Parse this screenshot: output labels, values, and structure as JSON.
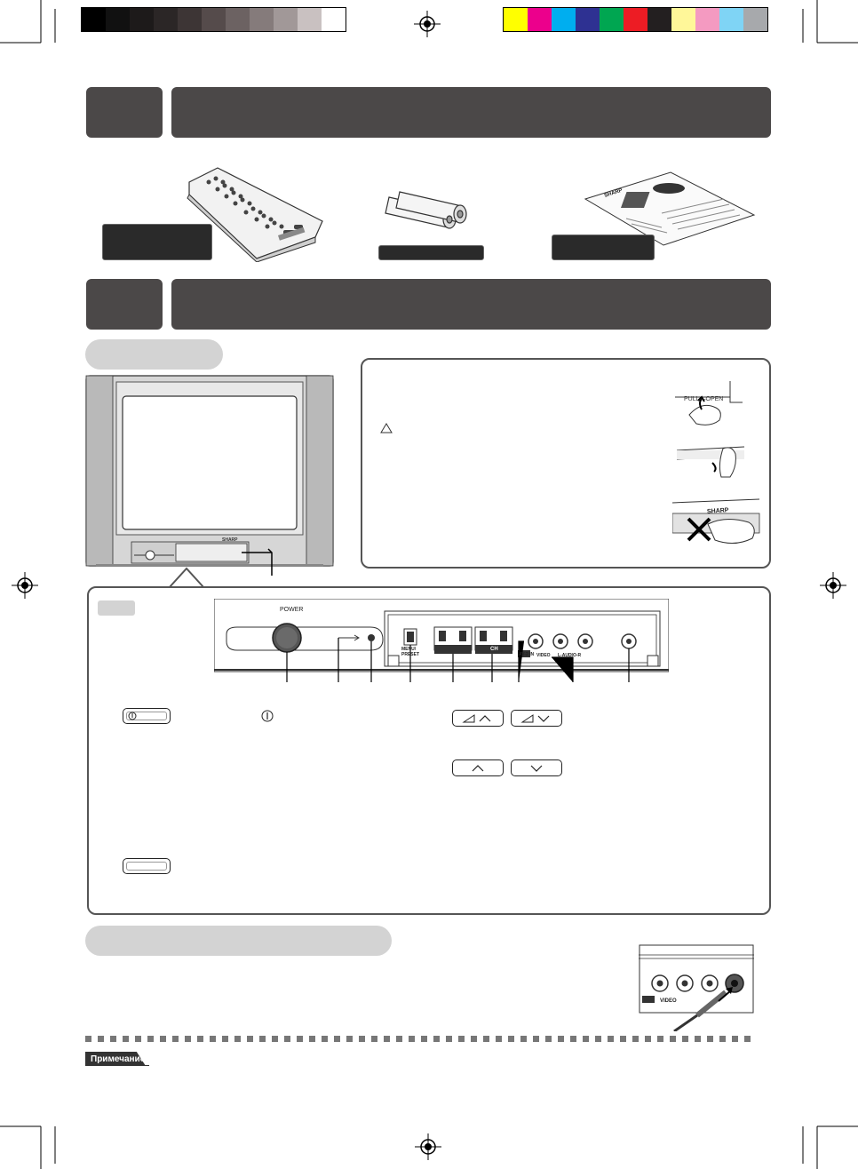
{
  "colors": {
    "header_bar": "#4b4848",
    "pill_dark": "#2a2a2a",
    "pill_light": "#d3d3d3",
    "gray_bar": [
      "#000000",
      "#111111",
      "#1d1a1a",
      "#2b2626",
      "#3d3535",
      "#554b4b",
      "#6c6262",
      "#857b7b",
      "#a19898",
      "#c9c1c1",
      "#ffffff"
    ],
    "color_bar": [
      "#ffff00",
      "#ec008c",
      "#00aeef",
      "#2e3192",
      "#00a651",
      "#ed1c24",
      "#231f20",
      "#fff799",
      "#f49ac1",
      "#7fd4f5",
      "#a7a9ac"
    ]
  },
  "controls": {
    "power_label": "POWER",
    "menu_label": "MENU/ PRESET",
    "ch_label": "CH",
    "video_label": "VIDEO",
    "audio_label": "L-AUDIO-R",
    "av_label": "AV-2 IN"
  },
  "opening": {
    "pull_open": "PULL—OPEN",
    "brand": "SHARP"
  },
  "headphone": {
    "video_label": "VIDEO"
  },
  "note": {
    "label": "Примечание"
  }
}
